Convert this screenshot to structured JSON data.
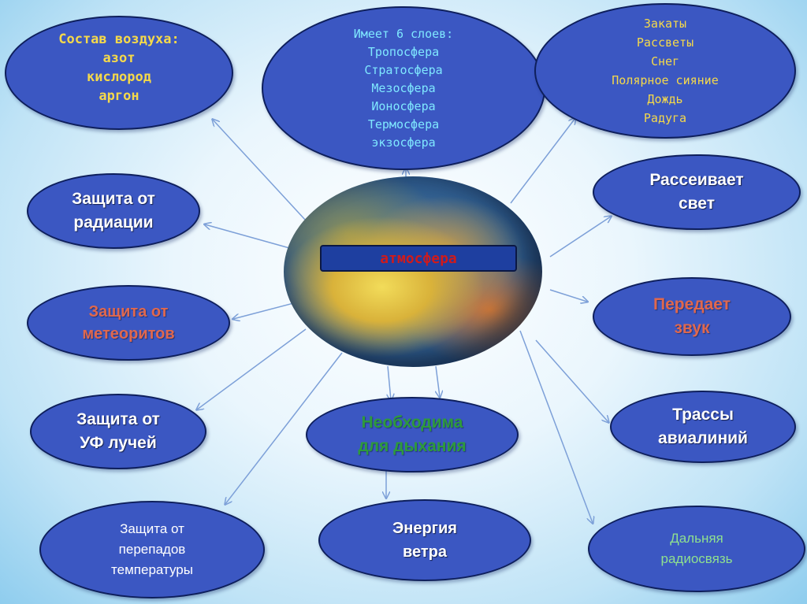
{
  "center": {
    "label": "атмосфера"
  },
  "nodes": {
    "air_composition": {
      "lines": [
        "Состав воздуха:",
        "азот",
        "кислород",
        "аргон"
      ]
    },
    "layers": {
      "lines": [
        "Имеет 6 слоев:",
        "Тропосфера",
        "Стратосфера",
        "Мезосфера",
        "Ионосфера",
        "Термосфера",
        "экзосфера"
      ]
    },
    "phenomena": {
      "lines": [
        "Закаты",
        "Рассветы",
        "Снег",
        "Полярное сияние",
        "Дождь",
        "Радуга"
      ]
    },
    "radiation": {
      "lines": [
        "Защита от",
        "радиации"
      ]
    },
    "scatters_light": {
      "lines": [
        "Рассеивает",
        "свет"
      ]
    },
    "meteorites": {
      "lines": [
        "Защита от",
        "метеоритов"
      ]
    },
    "transmits_sound": {
      "lines": [
        "Передает",
        "звук"
      ]
    },
    "uv": {
      "lines": [
        "Защита от",
        "УФ лучей"
      ]
    },
    "breathing": {
      "lines": [
        "Необходима",
        "для дыхания"
      ]
    },
    "air_routes": {
      "lines": [
        "Трассы",
        "авиалиний"
      ]
    },
    "temperature": {
      "lines": [
        "Защита от",
        "перепадов",
        "температуры"
      ]
    },
    "wind_energy": {
      "lines": [
        "Энергия",
        "ветра"
      ]
    },
    "radio": {
      "lines": [
        "Дальняя",
        "радиосвязь"
      ]
    }
  },
  "colors": {
    "node_fill": "#3b57c2",
    "node_border": "#0e1f5c",
    "text_yellow": "#f5d94a",
    "text_cyan": "#7fe8ff",
    "text_white": "#ffffff",
    "text_red": "#e0684e",
    "text_green": "#2e9a3c",
    "text_light_green": "#8fe08f",
    "center_text": "#d11a1a",
    "arrow": "#7da0d8"
  }
}
